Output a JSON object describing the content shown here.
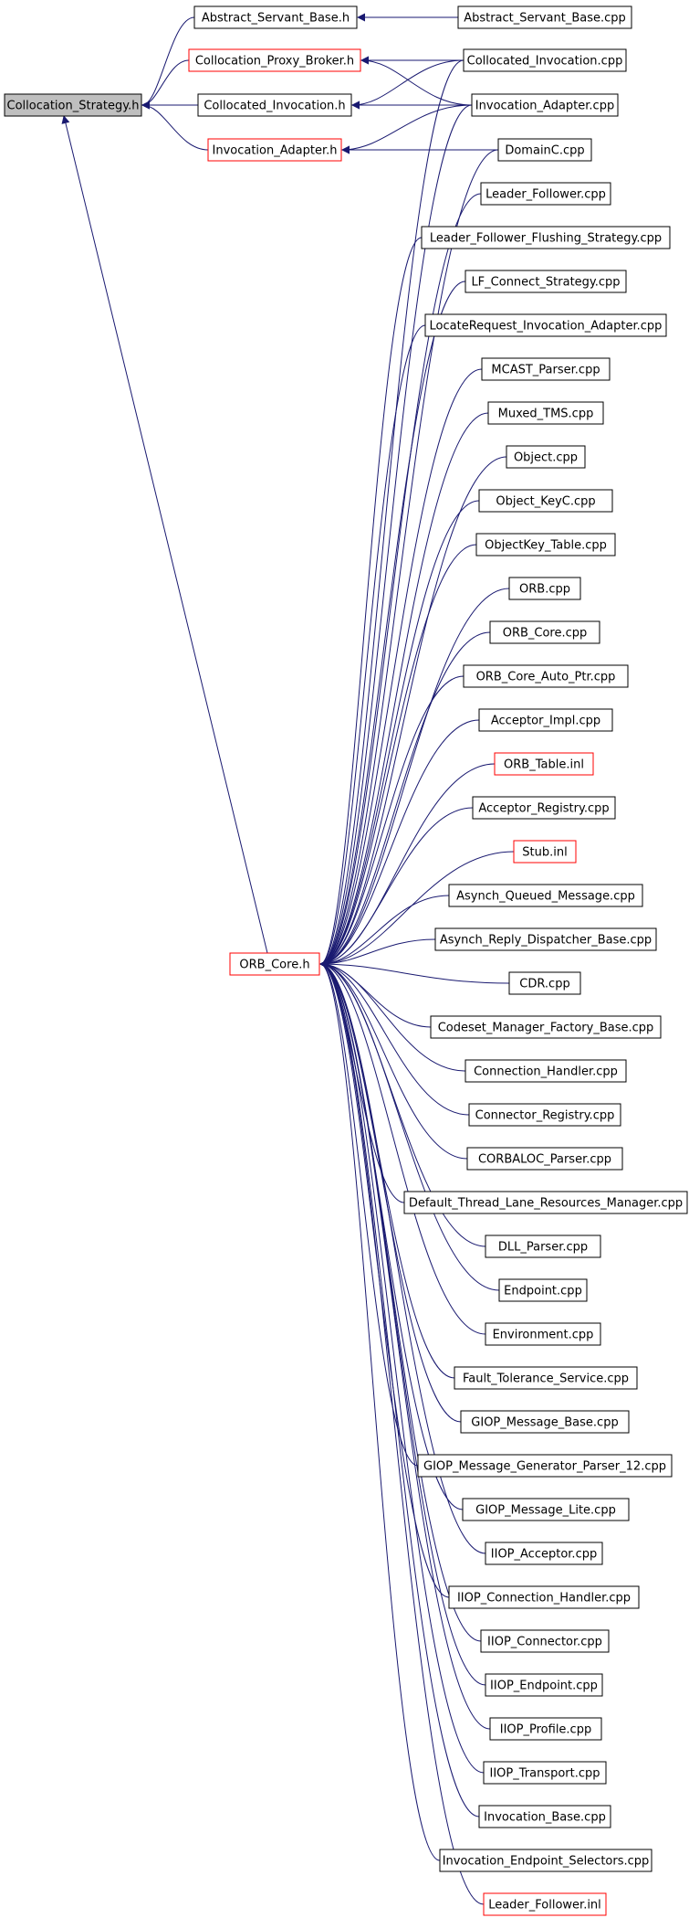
{
  "colors": {
    "edge": "#191970",
    "border_default": "#000000",
    "border_truncated": "#ff0000",
    "root_fill": "#bfbfbf",
    "node_fill": "#ffffff"
  },
  "graph": {
    "root": "Collocation_Strategy.h",
    "nodes": {
      "root": {
        "label": "Collocation_Strategy.h",
        "style": "root"
      },
      "asb_h": {
        "label": "Abstract_Servant_Base.h",
        "style": "default"
      },
      "asb_cpp": {
        "label": "Abstract_Servant_Base.cpp",
        "style": "default"
      },
      "cpb_h": {
        "label": "Collocation_Proxy_Broker.h",
        "style": "truncated"
      },
      "ci_h": {
        "label": "Collocated_Invocation.h",
        "style": "default"
      },
      "ci_cpp": {
        "label": "Collocated_Invocation.cpp",
        "style": "default"
      },
      "ia_h": {
        "label": "Invocation_Adapter.h",
        "style": "truncated"
      },
      "ia_cpp": {
        "label": "Invocation_Adapter.cpp",
        "style": "default"
      },
      "domainc": {
        "label": "DomainC.cpp",
        "style": "default"
      },
      "orb_core_h": {
        "label": "ORB_Core.h",
        "style": "truncated"
      },
      "n01": {
        "label": "Leader_Follower.cpp",
        "style": "default"
      },
      "n02": {
        "label": "Leader_Follower_Flushing_Strategy.cpp",
        "style": "default"
      },
      "n03": {
        "label": "LF_Connect_Strategy.cpp",
        "style": "default"
      },
      "n04": {
        "label": "LocateRequest_Invocation_Adapter.cpp",
        "style": "default"
      },
      "n05": {
        "label": "MCAST_Parser.cpp",
        "style": "default"
      },
      "n06": {
        "label": "Muxed_TMS.cpp",
        "style": "default"
      },
      "n07": {
        "label": "Object.cpp",
        "style": "default"
      },
      "n08": {
        "label": "Object_KeyC.cpp",
        "style": "default"
      },
      "n09": {
        "label": "ObjectKey_Table.cpp",
        "style": "default"
      },
      "n10": {
        "label": "ORB.cpp",
        "style": "default"
      },
      "n11": {
        "label": "ORB_Core.cpp",
        "style": "default"
      },
      "n12": {
        "label": "ORB_Core_Auto_Ptr.cpp",
        "style": "default"
      },
      "n13": {
        "label": "Acceptor_Impl.cpp",
        "style": "default"
      },
      "n14": {
        "label": "ORB_Table.inl",
        "style": "truncated"
      },
      "n15": {
        "label": "Acceptor_Registry.cpp",
        "style": "default"
      },
      "n16": {
        "label": "Stub.inl",
        "style": "truncated"
      },
      "n17": {
        "label": "Asynch_Queued_Message.cpp",
        "style": "default"
      },
      "n18": {
        "label": "Asynch_Reply_Dispatcher_Base.cpp",
        "style": "default"
      },
      "n19": {
        "label": "CDR.cpp",
        "style": "default"
      },
      "n20": {
        "label": "Codeset_Manager_Factory_Base.cpp",
        "style": "default"
      },
      "n21": {
        "label": "Connection_Handler.cpp",
        "style": "default"
      },
      "n22": {
        "label": "Connector_Registry.cpp",
        "style": "default"
      },
      "n23": {
        "label": "CORBALOC_Parser.cpp",
        "style": "default"
      },
      "n24": {
        "label": "Default_Thread_Lane_Resources_Manager.cpp",
        "style": "default"
      },
      "n25": {
        "label": "DLL_Parser.cpp",
        "style": "default"
      },
      "n26": {
        "label": "Endpoint.cpp",
        "style": "default"
      },
      "n27": {
        "label": "Environment.cpp",
        "style": "default"
      },
      "n28": {
        "label": "Fault_Tolerance_Service.cpp",
        "style": "default"
      },
      "n29": {
        "label": "GIOP_Message_Base.cpp",
        "style": "default"
      },
      "n30": {
        "label": "GIOP_Message_Generator_Parser_12.cpp",
        "style": "default"
      },
      "n31": {
        "label": "GIOP_Message_Lite.cpp",
        "style": "default"
      },
      "n32": {
        "label": "IIOP_Acceptor.cpp",
        "style": "default"
      },
      "n33": {
        "label": "IIOP_Connection_Handler.cpp",
        "style": "default"
      },
      "n34": {
        "label": "IIOP_Connector.cpp",
        "style": "default"
      },
      "n35": {
        "label": "IIOP_Endpoint.cpp",
        "style": "default"
      },
      "n36": {
        "label": "IIOP_Profile.cpp",
        "style": "default"
      },
      "n37": {
        "label": "IIOP_Transport.cpp",
        "style": "default"
      },
      "n38": {
        "label": "Invocation_Base.cpp",
        "style": "default"
      },
      "n39": {
        "label": "Invocation_Endpoint_Selectors.cpp",
        "style": "default"
      },
      "n40": {
        "label": "Leader_Follower.inl",
        "style": "truncated"
      }
    },
    "edges": [
      {
        "from": "asb_h",
        "to": "root"
      },
      {
        "from": "cpb_h",
        "to": "root"
      },
      {
        "from": "ci_h",
        "to": "root"
      },
      {
        "from": "ia_h",
        "to": "root"
      },
      {
        "from": "orb_core_h",
        "to": "root"
      },
      {
        "from": "asb_cpp",
        "to": "asb_h"
      },
      {
        "from": "ci_cpp",
        "to": "cpb_h"
      },
      {
        "from": "ia_cpp",
        "to": "cpb_h"
      },
      {
        "from": "ci_cpp",
        "to": "ci_h"
      },
      {
        "from": "ia_cpp",
        "to": "ci_h"
      },
      {
        "from": "ia_cpp",
        "to": "ia_h"
      },
      {
        "from": "domainc",
        "to": "ia_h"
      },
      {
        "from": "ci_cpp",
        "to": "orb_core_h"
      },
      {
        "from": "ia_cpp",
        "to": "orb_core_h"
      },
      {
        "from": "domainc",
        "to": "orb_core_h"
      },
      {
        "from": "n01",
        "to": "orb_core_h"
      },
      {
        "from": "n02",
        "to": "orb_core_h"
      },
      {
        "from": "n03",
        "to": "orb_core_h"
      },
      {
        "from": "n04",
        "to": "orb_core_h"
      },
      {
        "from": "n05",
        "to": "orb_core_h"
      },
      {
        "from": "n06",
        "to": "orb_core_h"
      },
      {
        "from": "n07",
        "to": "orb_core_h"
      },
      {
        "from": "n08",
        "to": "orb_core_h"
      },
      {
        "from": "n09",
        "to": "orb_core_h"
      },
      {
        "from": "n10",
        "to": "orb_core_h"
      },
      {
        "from": "n11",
        "to": "orb_core_h"
      },
      {
        "from": "n12",
        "to": "orb_core_h"
      },
      {
        "from": "n13",
        "to": "orb_core_h"
      },
      {
        "from": "n14",
        "to": "orb_core_h"
      },
      {
        "from": "n15",
        "to": "orb_core_h"
      },
      {
        "from": "n16",
        "to": "orb_core_h"
      },
      {
        "from": "n17",
        "to": "orb_core_h"
      },
      {
        "from": "n18",
        "to": "orb_core_h"
      },
      {
        "from": "n19",
        "to": "orb_core_h"
      },
      {
        "from": "n20",
        "to": "orb_core_h"
      },
      {
        "from": "n21",
        "to": "orb_core_h"
      },
      {
        "from": "n22",
        "to": "orb_core_h"
      },
      {
        "from": "n23",
        "to": "orb_core_h"
      },
      {
        "from": "n24",
        "to": "orb_core_h"
      },
      {
        "from": "n25",
        "to": "orb_core_h"
      },
      {
        "from": "n26",
        "to": "orb_core_h"
      },
      {
        "from": "n27",
        "to": "orb_core_h"
      },
      {
        "from": "n28",
        "to": "orb_core_h"
      },
      {
        "from": "n29",
        "to": "orb_core_h"
      },
      {
        "from": "n30",
        "to": "orb_core_h"
      },
      {
        "from": "n31",
        "to": "orb_core_h"
      },
      {
        "from": "n32",
        "to": "orb_core_h"
      },
      {
        "from": "n33",
        "to": "orb_core_h"
      },
      {
        "from": "n34",
        "to": "orb_core_h"
      },
      {
        "from": "n35",
        "to": "orb_core_h"
      },
      {
        "from": "n36",
        "to": "orb_core_h"
      },
      {
        "from": "n37",
        "to": "orb_core_h"
      },
      {
        "from": "n38",
        "to": "orb_core_h"
      },
      {
        "from": "n39",
        "to": "orb_core_h"
      },
      {
        "from": "n40",
        "to": "orb_core_h"
      }
    ]
  }
}
